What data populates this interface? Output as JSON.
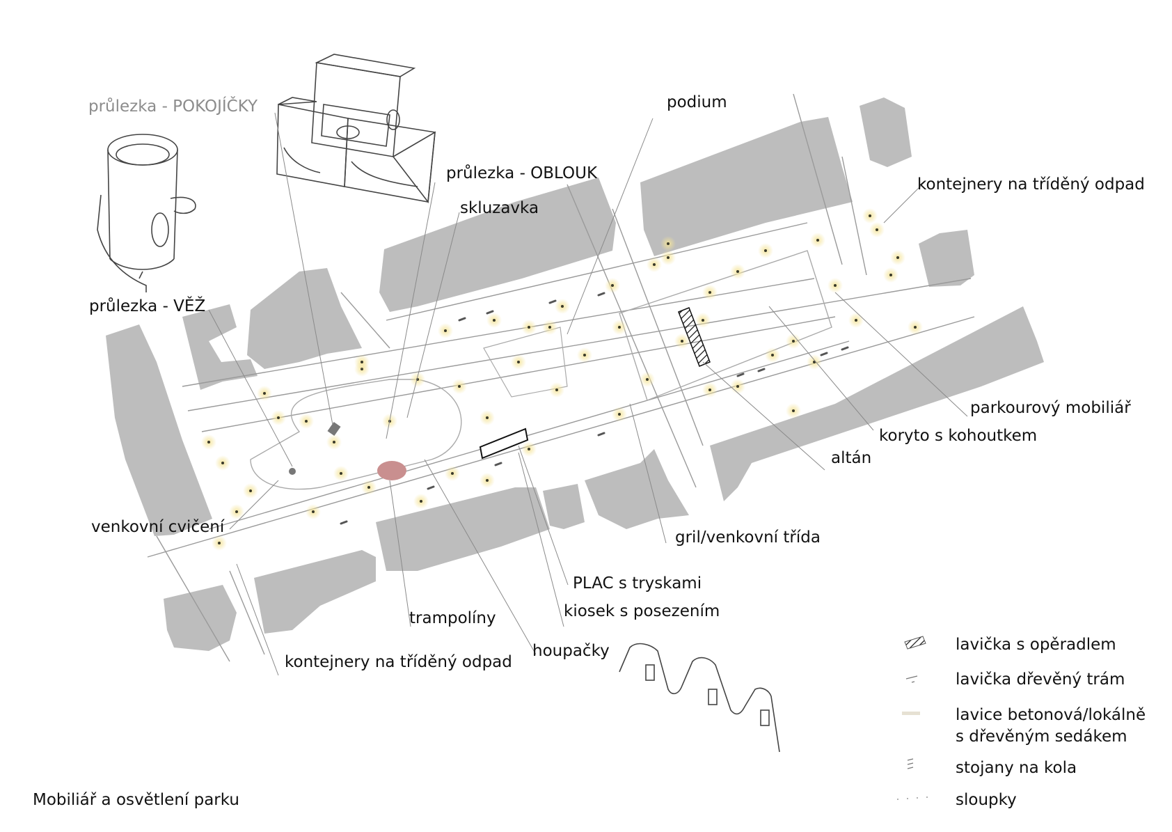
{
  "labels": {
    "pokojicky": "průlezka - POKOJÍČKY",
    "podium": "podium",
    "oblouk": "průlezka - OBLOUK",
    "skluzavka": "skluzavka",
    "kontejnery_top": "kontejnery na tříděný odpad",
    "vez": "průlezka - VĚŽ",
    "parkour": "parkourový mobiliář",
    "koryto": "koryto s kohoutkem",
    "altan": "altán",
    "cviceni": "venkovní cvičení",
    "gril": "gril/venkovní třída",
    "plac": "PLAC s tryskami",
    "kiosek": "kiosek s posezením",
    "trampoliny": "trampolíny",
    "houpacky": "houpačky",
    "kontejnery_bottom": "kontejnery na tříděný odpad"
  },
  "legend": {
    "item1": "lavička s opěradlem",
    "item2": "lavička dřevěný trám",
    "item3_line1": "lavice betonová/lokálně",
    "item3_line2": "s dřevěným sedákem",
    "item4": "stojany na kola",
    "item5": "sloupky"
  },
  "caption": "Mobiliář a osvětlení parku",
  "colors": {
    "building": "#bdbdbd",
    "road_line": "#9a9a9a",
    "lamp": "#f3e6a0",
    "lamp_core": "#3a3a2a",
    "trampoline": "#c98f8f",
    "leader": "#8a8a8a"
  }
}
